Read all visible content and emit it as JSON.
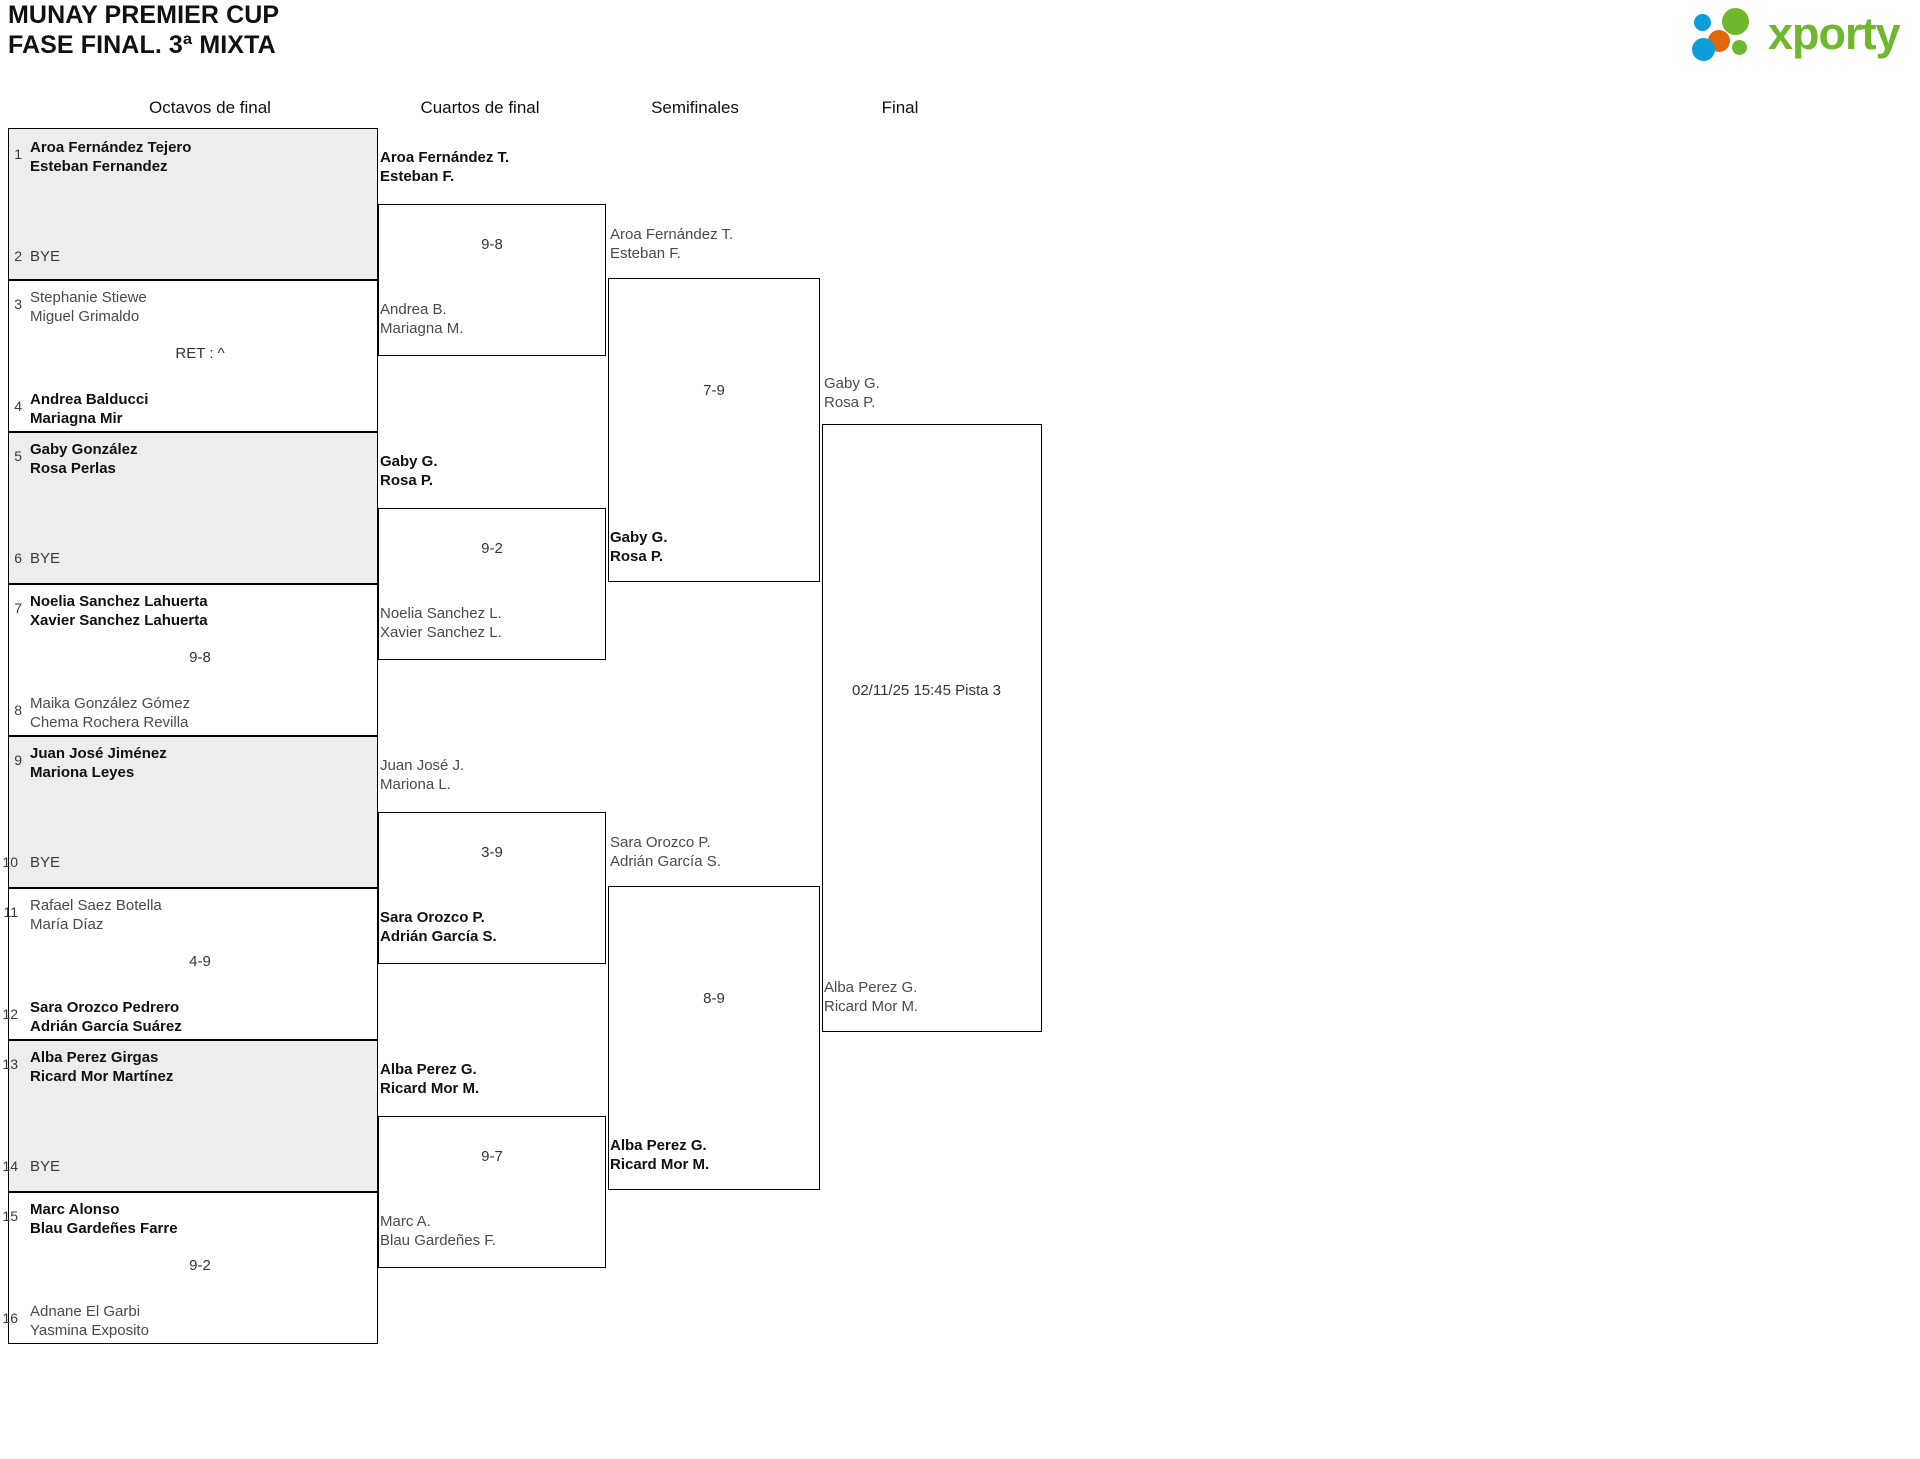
{
  "header": {
    "title_line1": "MUNAY PREMIER CUP",
    "title_line2": "FASE FINAL. 3ª MIXTA",
    "logo_word": "xporty",
    "logo_colors": {
      "green": "#6fb72d",
      "blue": "#0d9ddb",
      "orange": "#e2670a"
    }
  },
  "rounds": [
    {
      "label": "Octavos de final"
    },
    {
      "label": "Cuartos de final"
    },
    {
      "label": "Semifinales"
    },
    {
      "label": "Final"
    }
  ],
  "r16": {
    "entries": [
      {
        "seed": "1",
        "line1": "Aroa Fernández Tejero",
        "line2": "Esteban Fernandez",
        "state": "win"
      },
      {
        "seed": "2",
        "bye": "BYE",
        "state": "bye"
      },
      {
        "seed": "3",
        "line1": "Stephanie Stiewe",
        "line2": "Miguel Grimaldo",
        "state": "lose"
      },
      {
        "seed": "4",
        "line1": "Andrea Balducci",
        "line2": "Mariagna Mir",
        "state": "win"
      },
      {
        "seed": "5",
        "line1": "Gaby González",
        "line2": "Rosa Perlas",
        "state": "win"
      },
      {
        "seed": "6",
        "bye": "BYE",
        "state": "bye"
      },
      {
        "seed": "7",
        "line1": "Noelia Sanchez Lahuerta",
        "line2": "Xavier Sanchez Lahuerta",
        "state": "win"
      },
      {
        "seed": "8",
        "line1": "Maika González Gómez",
        "line2": "Chema Rochera Revilla",
        "state": "lose"
      },
      {
        "seed": "9",
        "line1": "Juan José Jiménez",
        "line2": "Mariona Leyes",
        "state": "win"
      },
      {
        "seed": "10",
        "bye": "BYE",
        "state": "bye"
      },
      {
        "seed": "11",
        "line1": "Rafael Saez Botella",
        "line2": "María Díaz",
        "state": "lose"
      },
      {
        "seed": "12",
        "line1": "Sara Orozco Pedrero",
        "line2": "Adrián García Suárez",
        "state": "win"
      },
      {
        "seed": "13",
        "line1": "Alba Perez Girgas",
        "line2": "Ricard Mor Martínez",
        "state": "win"
      },
      {
        "seed": "14",
        "bye": "BYE",
        "state": "bye"
      },
      {
        "seed": "15",
        "line1": "Marc Alonso",
        "line2": "Blau Gardeñes Farre",
        "state": "win"
      },
      {
        "seed": "16",
        "line1": "Adnane El Garbi",
        "line2": "Yasmina Exposito",
        "state": "lose"
      }
    ],
    "scores": [
      {
        "value": ""
      },
      {
        "value": "RET : ^"
      },
      {
        "value": ""
      },
      {
        "value": "9-8"
      },
      {
        "value": ""
      },
      {
        "value": "4-9"
      },
      {
        "value": ""
      },
      {
        "value": "9-2"
      }
    ]
  },
  "quarters": {
    "entries": [
      {
        "line1": "Aroa Fernández T.",
        "line2": "Esteban F.",
        "state": "win"
      },
      {
        "line1": "Andrea B.",
        "line2": "Mariagna M.",
        "state": "lose"
      },
      {
        "line1": "Gaby G.",
        "line2": "Rosa P.",
        "state": "win"
      },
      {
        "line1": "Noelia Sanchez L.",
        "line2": "Xavier Sanchez L.",
        "state": "lose"
      },
      {
        "line1": "Juan José J.",
        "line2": "Mariona L.",
        "state": "lose"
      },
      {
        "line1": "Sara Orozco P.",
        "line2": "Adrián García S.",
        "state": "win"
      },
      {
        "line1": "Alba Perez G.",
        "line2": "Ricard Mor M.",
        "state": "win"
      },
      {
        "line1": "Marc A.",
        "line2": "Blau Gardeñes F.",
        "state": "lose"
      }
    ],
    "scores": [
      {
        "value": "9-8"
      },
      {
        "value": "9-2"
      },
      {
        "value": "3-9"
      },
      {
        "value": "9-7"
      }
    ]
  },
  "semis": {
    "entries": [
      {
        "line1": "Aroa Fernández T.",
        "line2": "Esteban F.",
        "state": "lose"
      },
      {
        "line1": "Gaby G.",
        "line2": "Rosa P.",
        "state": "win"
      },
      {
        "line1": "Sara Orozco P.",
        "line2": "Adrián García S.",
        "state": "lose"
      },
      {
        "line1": "Alba Perez G.",
        "line2": "Ricard Mor M.",
        "state": "win"
      }
    ],
    "scores": [
      {
        "value": "7-9"
      },
      {
        "value": "8-9"
      }
    ]
  },
  "final": {
    "entries": [
      {
        "line1": "Gaby G.",
        "line2": "Rosa P.",
        "state": "lose"
      },
      {
        "line1": "Alba Perez G.",
        "line2": "Ricard Mor M.",
        "state": "lose"
      }
    ],
    "match_info": "02/11/25 15:45 Pista 3"
  }
}
